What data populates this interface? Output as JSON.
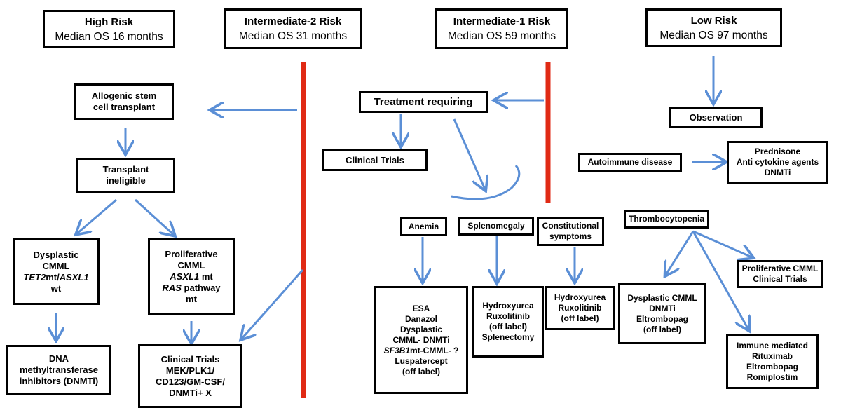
{
  "headers": {
    "high": {
      "title": "High Risk",
      "subtitle": "Median OS 16 months"
    },
    "int2": {
      "title": "Intermediate-2 Risk",
      "subtitle": "Median OS 31 months"
    },
    "int1": {
      "title": "Intermediate-1 Risk",
      "subtitle": "Median OS 59 months"
    },
    "low": {
      "title": "Low Risk",
      "subtitle": "Median OS 97 months"
    }
  },
  "high_branch": {
    "transplant": [
      "Allogenic stem",
      "cell transplant"
    ],
    "ineligible": [
      "Transplant",
      "ineligible"
    ],
    "dysplastic": {
      "l1": "Dysplastic",
      "l2": "CMML",
      "l3_gene": "TET2",
      "l3_rest": "mt/",
      "l3_gene2": "ASXL1",
      "l4": "wt"
    },
    "proliferative": {
      "l1": "Proliferative",
      "l2": "CMML",
      "l3_gene": "ASXL1",
      "l3_rest": " mt",
      "l4_gene": "RAS",
      "l4_rest": " pathway",
      "l5": "mt"
    },
    "dnmti": [
      "DNA",
      "methyltransferase",
      "inhibitors (DNMTi)"
    ],
    "clinical_trials": [
      "Clinical Trials",
      "MEK/PLK1/",
      "CD123/GM-CSF/",
      "DNMTi+ X"
    ]
  },
  "int1_branch": {
    "treatment": "Treatment requiring",
    "clinical_trials": "Clinical Trials",
    "anemia": "Anemia",
    "splenomegaly": "Splenomegaly",
    "constitutional": [
      "Constitutional",
      "symptoms"
    ],
    "thrombocytopenia": "Thrombocytopenia",
    "anemia_tx": {
      "l1": "ESA",
      "l2": "Danazol",
      "l3": "Dysplastic",
      "l4": "CMML- DNMTi",
      "l5_gene": "SF3B1",
      "l5_rest": "mt-CMML- ?",
      "l6": "Luspatercept",
      "l7": "(off label)"
    },
    "spleno_tx": [
      "Hydroxyurea",
      "Ruxolitinib",
      "(off label)",
      "Splenectomy"
    ],
    "const_tx": [
      "Hydroxyurea",
      "Ruxolitinib",
      "(off label)"
    ],
    "thrombo_dysplastic": [
      "Dysplastic CMML",
      "DNMTi",
      "Eltrombopag",
      "(off label)"
    ],
    "thrombo_proliferative": [
      "Proliferative CMML",
      "Clinical Trials"
    ],
    "thrombo_immune": [
      "Immune mediated",
      "Rituximab",
      "Eltrombopag",
      "Romiplostim"
    ]
  },
  "low_branch": {
    "observation": "Observation",
    "autoimmune": "Autoimmune disease",
    "autoimmune_tx": [
      "Prednisone",
      "Anti cytokine agents",
      "DNMTi"
    ]
  },
  "colors": {
    "arrow": "#5b8fd6",
    "divider": "#e02a14",
    "border": "#000000"
  }
}
